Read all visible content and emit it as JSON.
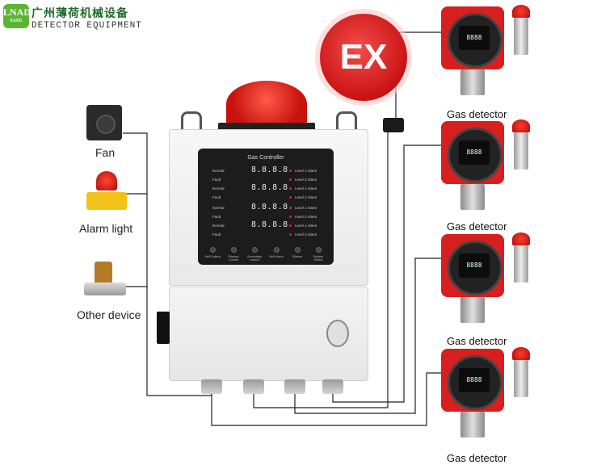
{
  "logo": {
    "badge_top": "LNAD",
    "badge_bottom": "SAFE",
    "company_cn": "广州薄荷机械设备",
    "company_en": "DETECTOR EQUIPMENT"
  },
  "ex_badge": "EX",
  "outputs": [
    {
      "label": "Fan",
      "icon": "fan-icon"
    },
    {
      "label": "Alarm light",
      "icon": "alarm-light-icon"
    },
    {
      "label": "Other device",
      "icon": "solenoid-valve-icon"
    }
  ],
  "controller": {
    "title": "Gas Controller",
    "rows": [
      {
        "status": "Normal",
        "digits": "8.8.8.8",
        "alarm": "Level 1 Alarm"
      },
      {
        "status": "Fault",
        "digits": "",
        "alarm": "Level 2 Alarm"
      },
      {
        "status": "Normal",
        "digits": "8.8.8.8",
        "alarm": "Level 1 Alarm"
      },
      {
        "status": "Fault",
        "digits": "",
        "alarm": "Level 2 Alarm"
      },
      {
        "status": "Normal",
        "digits": "8.8.8.8",
        "alarm": "Level 1 Alarm"
      },
      {
        "status": "Fault",
        "digits": "",
        "alarm": "Level 2 Alarm"
      },
      {
        "status": "Normal",
        "digits": "8.8.8.8",
        "alarm": "Level 1 Alarm"
      },
      {
        "status": "Fault",
        "digits": "",
        "alarm": "Level 2 Alarm"
      }
    ],
    "buttons": [
      "Self-Calibra",
      "Primary Control",
      "Secondary control",
      "Self-check",
      "Silence",
      "System Switch"
    ]
  },
  "detectors": [
    {
      "label": "Gas detector",
      "reading": "8888"
    },
    {
      "label": "Gas detector",
      "reading": "8888"
    },
    {
      "label": "Gas detector",
      "reading": "8888"
    },
    {
      "label": "Gas detector",
      "reading": "8888"
    }
  ],
  "colors": {
    "brand_green": "#5cb531",
    "alarm_red": "#d71f1f",
    "wire": "#222222"
  }
}
